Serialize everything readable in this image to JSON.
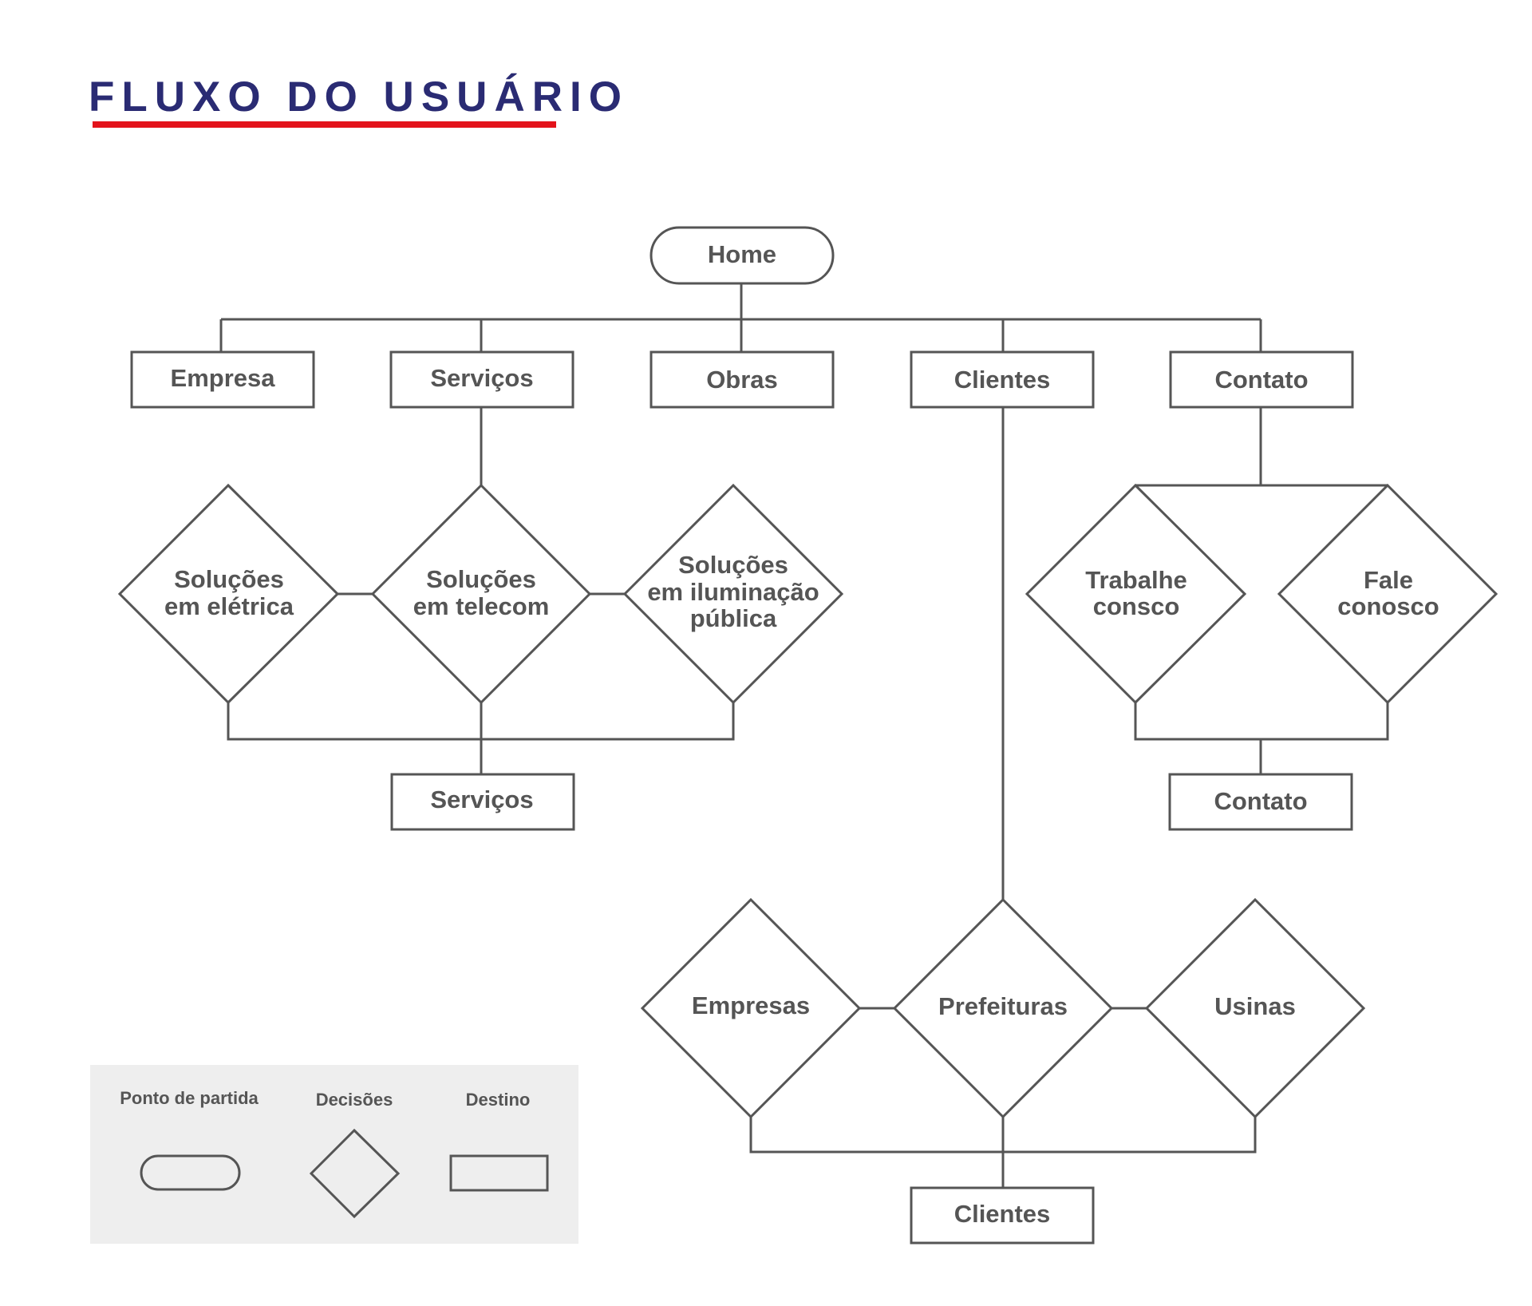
{
  "title": "FLUXO DO USUÁRIO",
  "colors": {
    "title": "#2a2b73",
    "underline": "#e3131b",
    "stroke": "#555555",
    "legend_background": "#eeeeee"
  },
  "nodes": {
    "home": "Home",
    "empresa": "Empresa",
    "servicos": "Serviços",
    "obras": "Obras",
    "clientes": "Clientes",
    "contato": "Contato",
    "solucoes_eletrica": [
      "Soluções",
      "em elétrica"
    ],
    "solucoes_telecom": [
      "Soluções",
      "em telecom"
    ],
    "solucoes_iluminacao": [
      "Soluções",
      "em iluminação",
      "pública"
    ],
    "servicos_destino": "Serviços",
    "trabalhe_consco": [
      "Trabalhe",
      "consco"
    ],
    "fale_conosco": [
      "Fale",
      "conosco"
    ],
    "contato_destino": "Contato",
    "empresas": "Empresas",
    "prefeituras": "Prefeituras",
    "usinas": "Usinas",
    "clientes_destino": "Clientes"
  },
  "legend": {
    "start_label": "Ponto de partida",
    "decision_label": "Decisões",
    "destination_label": "Destino"
  }
}
